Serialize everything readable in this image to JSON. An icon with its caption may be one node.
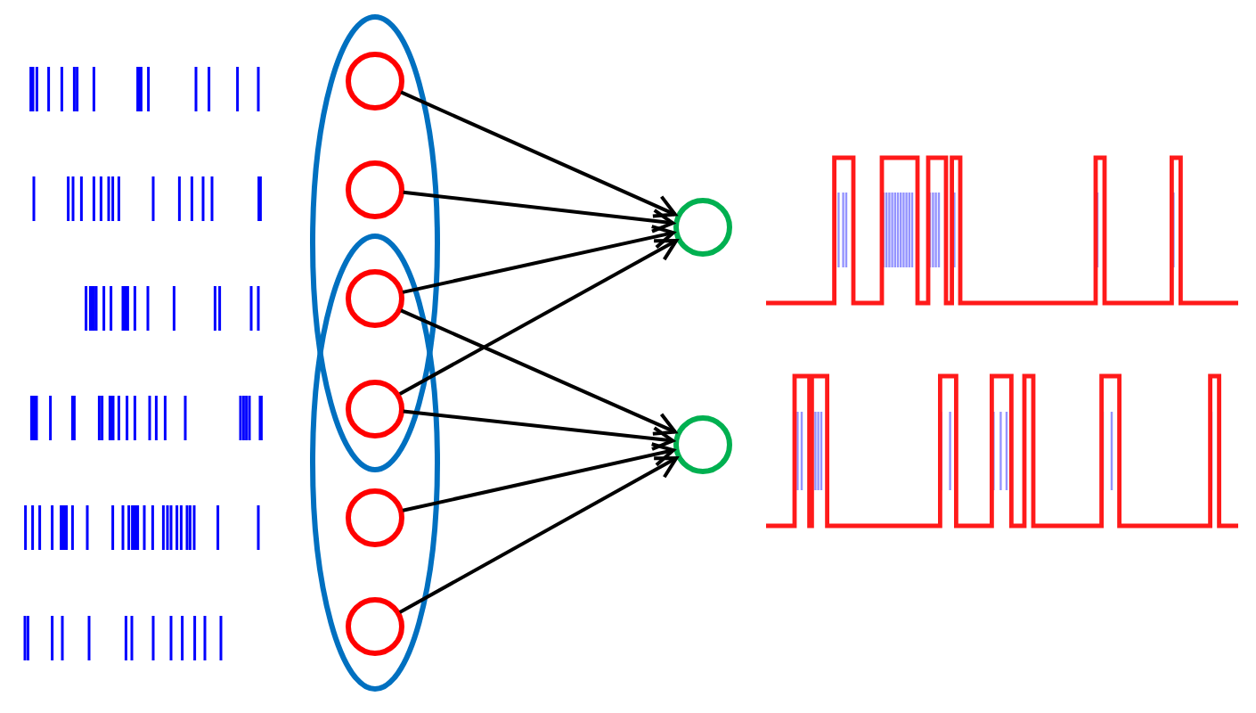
{
  "diagram": {
    "nodes": [
      {
        "text": [],
        "shape": "ellipse"
      },
      {
        "text": [],
        "shape": "circle",
        "in": 0
      },
      {
        "text": [],
        "shape": "circle",
        "in": 0
      },
      {
        "text": [],
        "shape": "ellipse"
      },
      {
        "text": [],
        "shape": "circle"
      },
      {
        "text": [],
        "shape": "circle"
      },
      {
        "text": [],
        "shape": "circle",
        "in": 3
      },
      {
        "text": [],
        "shape": "circle",
        "in": 3
      },
      {
        "text": [],
        "shape": "circle"
      },
      {
        "text": [],
        "shape": "circle"
      }
    ],
    "edges": [
      {
        "from": 1,
        "to": 8,
        "arrow": "to"
      },
      {
        "from": 2,
        "to": 8,
        "arrow": "to"
      },
      {
        "from": 4,
        "to": 8,
        "arrow": "to"
      },
      {
        "from": 4,
        "to": 9,
        "arrow": "to"
      },
      {
        "from": 5,
        "to": 8,
        "arrow": "to"
      },
      {
        "from": 5,
        "to": 9,
        "arrow": "to"
      },
      {
        "from": 6,
        "to": 9,
        "arrow": "to"
      },
      {
        "from": 7,
        "to": 9,
        "arrow": "to"
      }
    ]
  }
}
